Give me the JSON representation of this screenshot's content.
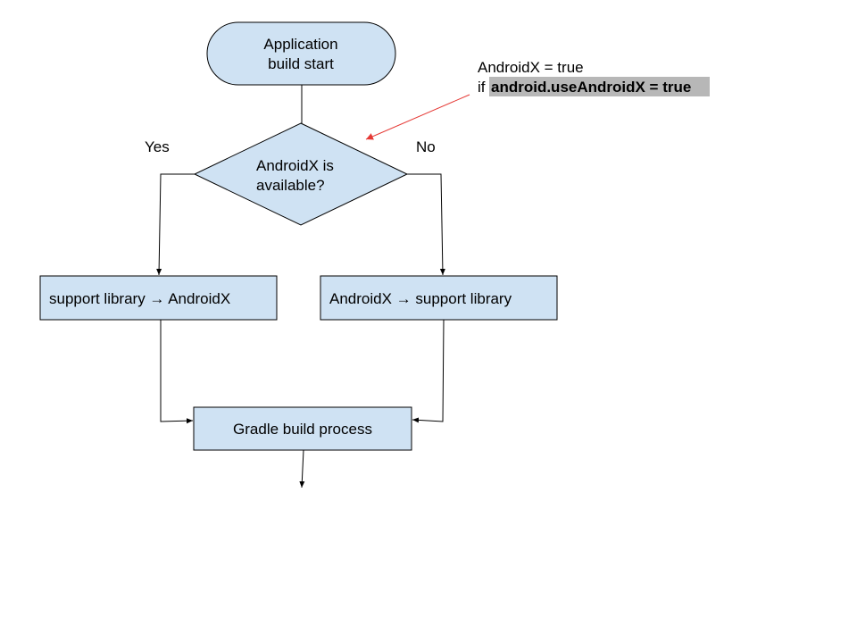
{
  "colors": {
    "node_fill": "#cfe2f3",
    "node_stroke": "#000000",
    "connector": "#000000",
    "annotation_arrow": "#e53935",
    "highlight": "#b7b7b7"
  },
  "nodes": {
    "start": {
      "line1": "Application",
      "line2": "build start"
    },
    "decision": {
      "line1": "AndroidX is",
      "line2": "available?"
    },
    "left_process": {
      "label": "support library → AndroidX"
    },
    "right_process": {
      "label": "AndroidX → support library"
    },
    "gradle": {
      "label": "Gradle build process"
    }
  },
  "edge_labels": {
    "yes": "Yes",
    "no": "No"
  },
  "annotation": {
    "line1": "AndroidX = true",
    "line2_prefix": "if",
    "line2_code": "android.useAndroidX = true"
  }
}
